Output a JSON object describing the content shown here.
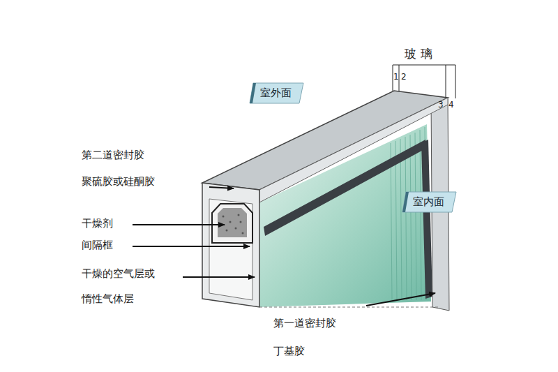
{
  "diagram": {
    "nodes": [
      {
        "text": [
          "室外面"
        ]
      },
      {
        "text": [
          "室内面"
        ]
      }
    ],
    "labels": [
      "玻璃",
      "1",
      "2",
      "3",
      "4",
      "第二道密封胶 聚硫胶或硅酮胶",
      "干燥剂",
      "间隔框",
      "干燥的空气层或 惰性气体层",
      "第一道密封胶 丁基胶"
    ]
  }
}
